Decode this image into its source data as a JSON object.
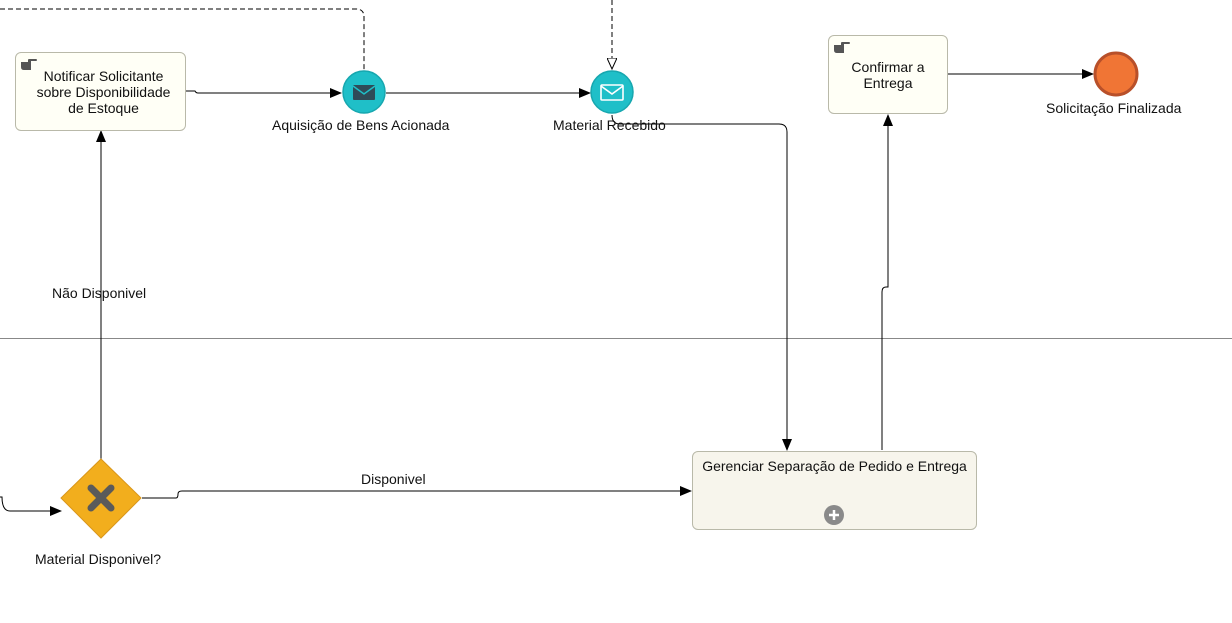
{
  "tasks": {
    "notify": "Notificar Solicitante\nsobre Disponibilidade\nde Estoque",
    "confirm": "Confirmar a\nEntrega",
    "manage": "Gerenciar Separação de Pedido e Entrega"
  },
  "events": {
    "acquisition": "Aquisição de Bens Acionada",
    "received": "Material Recebido",
    "finished": "Solicitação Finalizada"
  },
  "gateway": {
    "label": "Material Disponivel?"
  },
  "flows": {
    "unavailable": "Não Disponivel",
    "available": "Disponivel"
  },
  "colors": {
    "message_event": "#1fbfc8",
    "end_event": "#f07535",
    "gateway": "#f2ae1d",
    "task_fill": "#fffff6",
    "subprocess_fill": "#f7f5ec"
  },
  "icons": {
    "user_task": "pointing-hand-icon",
    "message": "envelope-icon",
    "gateway": "x-mark-icon",
    "subprocess": "plus-icon"
  }
}
